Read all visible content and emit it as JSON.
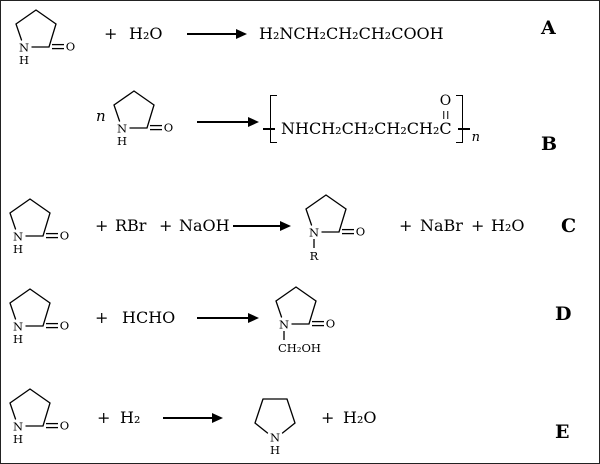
{
  "atoms": {
    "N": "N",
    "H": "H",
    "O": "O"
  },
  "plus": "+",
  "reactions": {
    "A": {
      "label": "A",
      "reagent": "H₂O",
      "product": "H₂NCH₂CH₂CH₂COOH"
    },
    "B": {
      "label": "B",
      "coefficient": "n",
      "polymer": {
        "chain": "NHCH₂CH₂CH₂CH₂",
        "carbonyl_c": "C",
        "carbonyl_o": "O",
        "subscript": "n"
      }
    },
    "C": {
      "label": "C",
      "reagent1": "RBr",
      "reagent2": "NaOH",
      "n_substituent": "R",
      "byproduct1": "NaBr",
      "byproduct2": "H₂O"
    },
    "D": {
      "label": "D",
      "reagent": "HCHO",
      "n_substituent": "CH₂OH"
    },
    "E": {
      "label": "E",
      "reagent": "H₂",
      "byproduct": "H₂O"
    }
  }
}
